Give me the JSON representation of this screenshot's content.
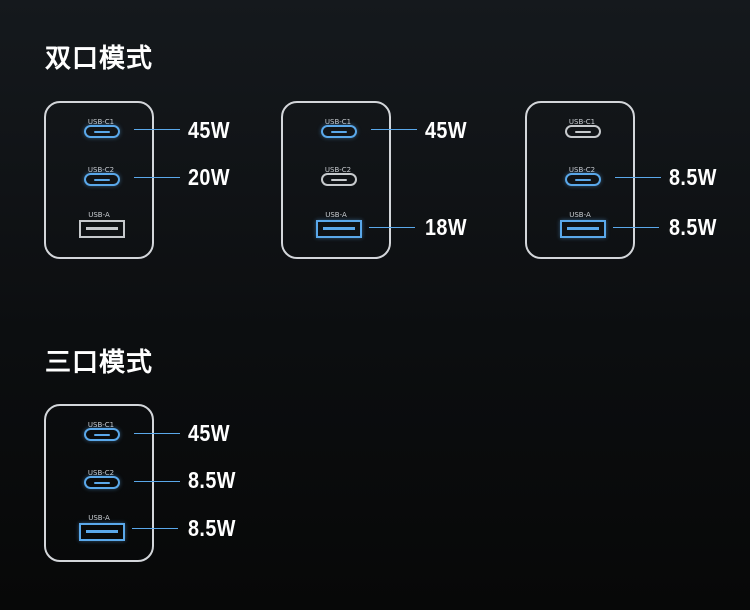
{
  "sections": {
    "dual": {
      "title": "双口模式"
    },
    "triple": {
      "title": "三口模式"
    }
  },
  "port_labels": {
    "c1": "USB-C1",
    "c2": "USB-C2",
    "a": "USB-A"
  },
  "accent_color": "#5aa8ea",
  "dual_configs": [
    {
      "c1": {
        "active": true,
        "power": "45W"
      },
      "c2": {
        "active": true,
        "power": "20W"
      },
      "a": {
        "active": false,
        "power": ""
      }
    },
    {
      "c1": {
        "active": true,
        "power": "45W"
      },
      "c2": {
        "active": false,
        "power": ""
      },
      "a": {
        "active": true,
        "power": "18W"
      }
    },
    {
      "c1": {
        "active": false,
        "power": ""
      },
      "c2": {
        "active": true,
        "power": "8.5W"
      },
      "a": {
        "active": true,
        "power": "8.5W"
      }
    }
  ],
  "triple_config": {
    "c1": {
      "active": true,
      "power": "45W"
    },
    "c2": {
      "active": true,
      "power": "8.5W"
    },
    "a": {
      "active": true,
      "power": "8.5W"
    }
  }
}
